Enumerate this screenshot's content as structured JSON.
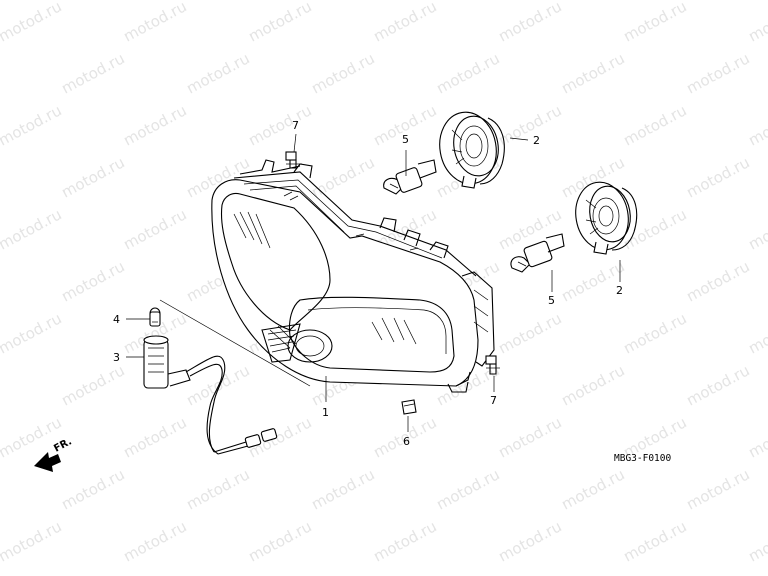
{
  "watermark": "motod.ru",
  "callouts": {
    "c1": "1",
    "c2a": "2",
    "c2b": "2",
    "c3": "3",
    "c4": "4",
    "c5a": "5",
    "c5b": "5",
    "c6": "6",
    "c7a": "7",
    "c7b": "7"
  },
  "direction_label": "FR.",
  "diagram_code": "MBG3-F0100"
}
